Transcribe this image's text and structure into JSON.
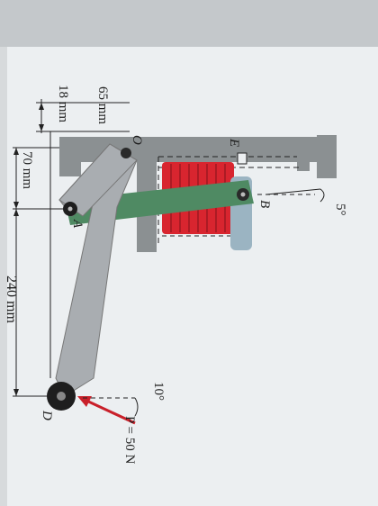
{
  "labels": {
    "point_o": "O",
    "point_a": "A",
    "point_b": "B",
    "point_e": "E",
    "point_d": "D",
    "dim_65": "65 mm",
    "dim_18": "18 mm",
    "dim_70": "70 mm",
    "dim_240": "240 mm",
    "angle_5": "5°",
    "angle_10": "10°",
    "force": "P = 50 N"
  },
  "colors": {
    "page": "#eceff1",
    "frame": "#8b9092",
    "lever": "#a9adb1",
    "link": "#4f8a63",
    "coil": "#d8252f",
    "plunger": "#9bb4c2",
    "force_arrow": "#c9202a",
    "ink": "#1e1e1e"
  }
}
